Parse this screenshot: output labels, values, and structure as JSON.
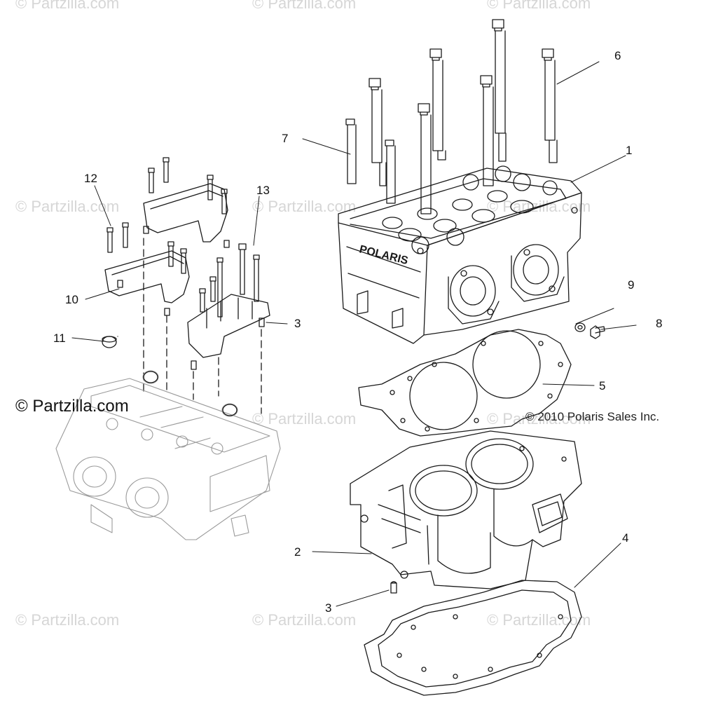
{
  "watermark": "© Partzilla.com",
  "brand": "© Partzilla.com",
  "copyright": "© 2010 Polaris Sales Inc.",
  "head_logo": "POLARIS",
  "callouts": [
    "1",
    "2",
    "3",
    "3",
    "4",
    "5",
    "6",
    "7",
    "8",
    "9",
    "10",
    "11",
    "12",
    "13"
  ],
  "colors": {
    "line": "#1a1a1a",
    "ghost": "#9a9a9a",
    "watermark": "#d6d6d6"
  }
}
